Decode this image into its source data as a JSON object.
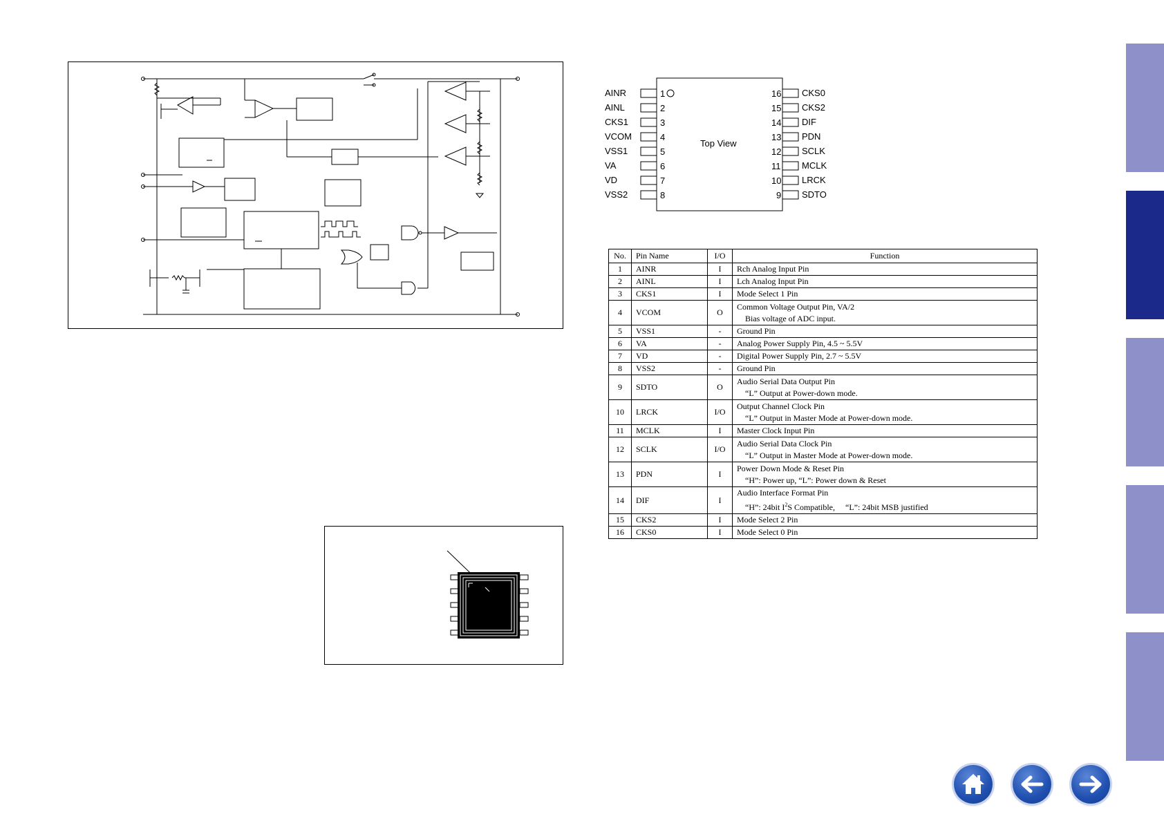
{
  "pin_layout": {
    "center_label": "Top View",
    "left_pins": [
      {
        "num": "1",
        "name": "AINR"
      },
      {
        "num": "2",
        "name": "AINL"
      },
      {
        "num": "3",
        "name": "CKS1"
      },
      {
        "num": "4",
        "name": "VCOM"
      },
      {
        "num": "5",
        "name": "VSS1"
      },
      {
        "num": "6",
        "name": "VA"
      },
      {
        "num": "7",
        "name": "VD"
      },
      {
        "num": "8",
        "name": "VSS2"
      }
    ],
    "right_pins": [
      {
        "num": "16",
        "name": "CKS0"
      },
      {
        "num": "15",
        "name": "CKS2"
      },
      {
        "num": "14",
        "name": "DIF"
      },
      {
        "num": "13",
        "name": "PDN"
      },
      {
        "num": "12",
        "name": "SCLK"
      },
      {
        "num": "11",
        "name": "MCLK"
      },
      {
        "num": "10",
        "name": "LRCK"
      },
      {
        "num": "9",
        "name": "SDTO"
      }
    ]
  },
  "pin_table": {
    "headers": {
      "no": "No.",
      "pin_name": "Pin Name",
      "io": "I/O",
      "function": "Function"
    },
    "rows": [
      {
        "no": "1",
        "name": "AINR",
        "io": "I",
        "fn1": "Rch Analog Input Pin",
        "fn2": ""
      },
      {
        "no": "2",
        "name": "AINL",
        "io": "I",
        "fn1": "Lch Analog Input Pin",
        "fn2": ""
      },
      {
        "no": "3",
        "name": "CKS1",
        "io": "I",
        "fn1": "Mode Select 1 Pin",
        "fn2": ""
      },
      {
        "no": "4",
        "name": "VCOM",
        "io": "O",
        "fn1": "Common Voltage Output Pin, VA/2",
        "fn2": "Bias voltage of ADC input."
      },
      {
        "no": "5",
        "name": "VSS1",
        "io": "-",
        "fn1": "Ground Pin",
        "fn2": ""
      },
      {
        "no": "6",
        "name": "VA",
        "io": "-",
        "fn1": "Analog Power Supply Pin, 4.5 ~ 5.5V",
        "fn2": ""
      },
      {
        "no": "7",
        "name": "VD",
        "io": "-",
        "fn1": "Digital Power Supply Pin, 2.7 ~ 5.5V",
        "fn2": ""
      },
      {
        "no": "8",
        "name": "VSS2",
        "io": "-",
        "fn1": "Ground Pin",
        "fn2": ""
      },
      {
        "no": "9",
        "name": "SDTO",
        "io": "O",
        "fn1": "Audio Serial Data Output Pin",
        "fn2": "“L” Output at Power-down mode."
      },
      {
        "no": "10",
        "name": "LRCK",
        "io": "I/O",
        "fn1": "Output Channel Clock Pin",
        "fn2": "“L” Output in Master Mode at Power-down mode."
      },
      {
        "no": "11",
        "name": "MCLK",
        "io": "I",
        "fn1": "Master Clock Input Pin",
        "fn2": ""
      },
      {
        "no": "12",
        "name": "SCLK",
        "io": "I/O",
        "fn1": "Audio Serial Data Clock Pin",
        "fn2": "“L” Output in Master Mode at Power-down mode."
      },
      {
        "no": "13",
        "name": "PDN",
        "io": "I",
        "fn1": "Power Down Mode & Reset Pin",
        "fn2": "“H”: Power up, “L”: Power down & Reset"
      },
      {
        "no": "14",
        "name": "DIF",
        "io": "I",
        "fn1": "Audio Interface Format Pin",
        "fn2a": "“H”: 24bit I",
        "fn2sup": "2",
        "fn2b": "S Compatible,     “L”: 24bit MSB justified"
      },
      {
        "no": "15",
        "name": "CKS2",
        "io": "I",
        "fn1": "Mode Select 2 Pin",
        "fn2": ""
      },
      {
        "no": "16",
        "name": "CKS0",
        "io": "I",
        "fn1": "Mode Select 0 Pin",
        "fn2": ""
      }
    ]
  },
  "colors": {
    "tab": "#8e91c9",
    "tab_active": "#1b2a8a",
    "nav_button": "#1f4fb0"
  },
  "nav": {
    "home_icon": "home-icon",
    "back_icon": "arrow-left-icon",
    "forward_icon": "arrow-right-icon"
  }
}
